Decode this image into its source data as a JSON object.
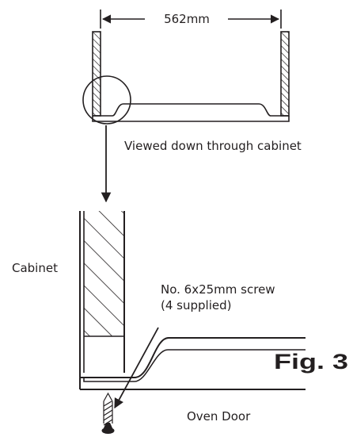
{
  "labels": {
    "width_dimension": "562mm",
    "top_view_caption": "Viewed down through cabinet",
    "cabinet": "Cabinet",
    "screw_line1": "No. 6x25mm screw",
    "screw_line2": "(4 supplied)",
    "figure_number": "Fig. 3",
    "oven_door": "Oven Door"
  },
  "colors": {
    "ink": "#231f20",
    "background": "#ffffff"
  }
}
